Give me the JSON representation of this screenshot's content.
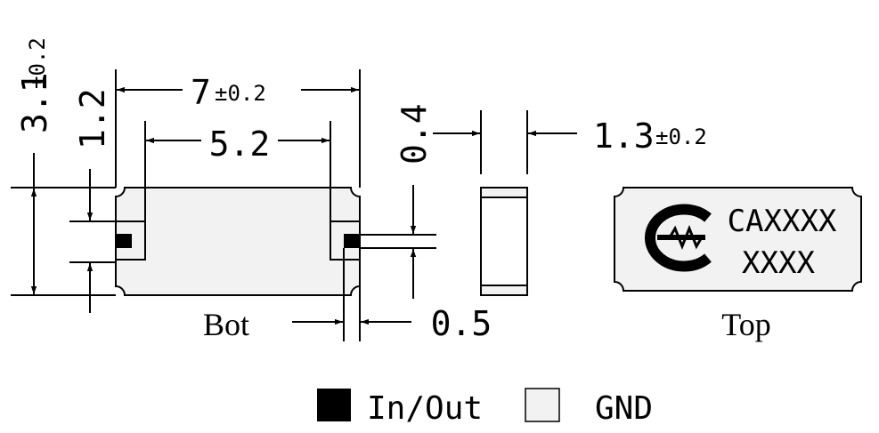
{
  "dimensions": {
    "length": "7",
    "length_tol": "±0.2",
    "pad_span": "5.2",
    "height": "3.1",
    "height_tol": "±0.2",
    "pad_height": "1.2",
    "side_height": "0.4",
    "thickness": "1.3",
    "thickness_tol": "±0.2",
    "pad_width": "0.5"
  },
  "views": {
    "bottom_label": "Bot",
    "top_label": "Top"
  },
  "marking": {
    "line1": "CAXXXX",
    "line2": "XXXX",
    "logo_icon": "company-logo"
  },
  "legend": {
    "io_label": "In/Out",
    "gnd_label": "GND"
  },
  "colors": {
    "body_fill": "#f2f2f2",
    "pad_fill": "#000000",
    "line": "#000000"
  }
}
